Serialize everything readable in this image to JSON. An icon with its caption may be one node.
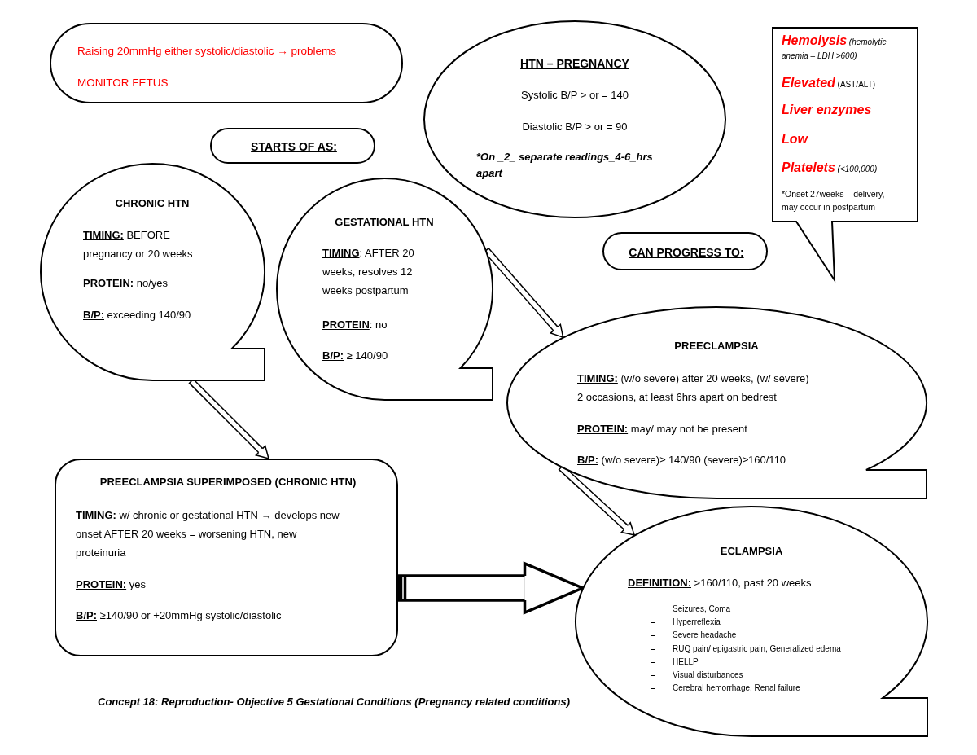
{
  "diagram": {
    "caption": "Concept 18: Reproduction- Objective 5 Gestational Conditions (Pregnancy related conditions)",
    "nodes": [
      {
        "text": [
          "Raising 20mmHg either systolic/diastolic → problems",
          "MONITOR FETUS"
        ]
      },
      {
        "text": [
          "HTN – PREGNANCY",
          "Systolic B/P > or = 140",
          "Diastolic B/P > or = 90",
          "*On _2_ separate readings_4-6_hrs apart"
        ]
      },
      {
        "text": [
          "**Hemolysis** *(hemolytic anemia – LDH >600)*",
          "**Elevated** (AST/ALT)",
          "Liver enzymes",
          "Low",
          "**Platelets** *(<100,000)*",
          "*Onset 27weeks – delivery, may occur in postpartum"
        ]
      },
      {
        "text": [
          "STARTS OF AS:"
        ]
      },
      {
        "text": [
          "CHRONIC HTN",
          "**TIMING:** BEFORE pregnancy or 20 weeks",
          "**PROTEIN:** no/yes",
          "**B/P:** exceeding 140/90"
        ]
      },
      {
        "text": [
          "GESTATIONAL HTN",
          "**TIMING**: AFTER 20 weeks, resolves 12 weeks postpartum",
          "**PROTEIN**: no",
          "**B/P:** ≥ 140/90"
        ]
      },
      {
        "text": [
          "CAN PROGRESS TO:"
        ]
      },
      {
        "text": [
          "PREECLAMPSIA",
          "**TIMING:** (w/o severe) after 20 weeks, (w/ severe) 2 occasions, at least 6hrs apart on bedrest",
          "**PROTEIN:** may/ may not be present",
          "**B/P:** (w/o severe)≥ 140/90 (severe)≥160/110"
        ]
      },
      {
        "text": [
          "PREECLAMPSIA SUPERIMPOSED (CHRONIC HTN)",
          "**TIMING:** w/ chronic or gestational HTN → develops new onset AFTER 20 weeks = worsening HTN, new proteinuria",
          "**PROTEIN:** yes",
          "**B/P:** ≥140/90 or +20mmHg systolic/diastolic"
        ]
      },
      {
        "text": [
          "ECLAMPSIA",
          "**DEFINITION:** >160/110, past 20 weeks",
          "Seizures, Coma",
          "Hyperreflexia",
          "Severe headache",
          "RUQ pain/ epigastric pain, Generalized edema",
          "HELLP",
          "Visual disturbances",
          "Cerebral hemorrhage, Renal failure"
        ]
      }
    ],
    "edges": [
      {
        "from": 5,
        "to": 7,
        "arrow": "to"
      },
      {
        "from": 4,
        "to": 8,
        "arrow": "to"
      },
      {
        "from": 7,
        "to": 9,
        "arrow": "to"
      },
      {
        "from": 8,
        "to": 9,
        "arrow": "to",
        "style": "thick"
      }
    ]
  }
}
